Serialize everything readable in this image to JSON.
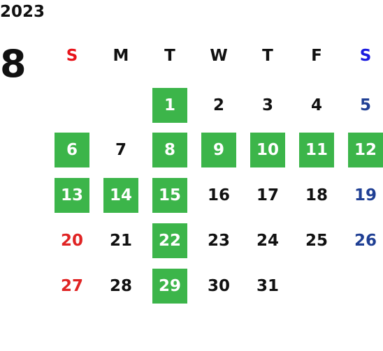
{
  "calendar": {
    "year": "2023",
    "month": "8",
    "weekdays": [
      "S",
      "M",
      "T",
      "W",
      "T",
      "F",
      "S"
    ],
    "weekday_colors": [
      "#e8131a",
      "#111111",
      "#111111",
      "#111111",
      "#111111",
      "#111111",
      "#1a1ae0"
    ],
    "days": [
      {
        "label": "1",
        "highlighted": true
      },
      {
        "label": "2",
        "highlighted": false
      },
      {
        "label": "3",
        "highlighted": false
      },
      {
        "label": "4",
        "highlighted": false
      },
      {
        "label": "5",
        "highlighted": false
      },
      {
        "label": "6",
        "highlighted": true
      },
      {
        "label": "7",
        "highlighted": false
      },
      {
        "label": "8",
        "highlighted": true
      },
      {
        "label": "9",
        "highlighted": true
      },
      {
        "label": "10",
        "highlighted": true
      },
      {
        "label": "11",
        "highlighted": true
      },
      {
        "label": "12",
        "highlighted": true
      },
      {
        "label": "13",
        "highlighted": true
      },
      {
        "label": "14",
        "highlighted": true
      },
      {
        "label": "15",
        "highlighted": true
      },
      {
        "label": "16",
        "highlighted": false
      },
      {
        "label": "17",
        "highlighted": false
      },
      {
        "label": "18",
        "highlighted": false
      },
      {
        "label": "19",
        "highlighted": false
      },
      {
        "label": "20",
        "highlighted": false
      },
      {
        "label": "21",
        "highlighted": false
      },
      {
        "label": "22",
        "highlighted": true
      },
      {
        "label": "23",
        "highlighted": false
      },
      {
        "label": "24",
        "highlighted": false
      },
      {
        "label": "25",
        "highlighted": false
      },
      {
        "label": "26",
        "highlighted": false
      },
      {
        "label": "27",
        "highlighted": false
      },
      {
        "label": "28",
        "highlighted": false
      },
      {
        "label": "29",
        "highlighted": true
      },
      {
        "label": "30",
        "highlighted": false
      },
      {
        "label": "31",
        "highlighted": false
      }
    ],
    "colors": {
      "highlight_bg": "#3cb54a",
      "highlight_text": "#ffffff",
      "default_text": "#111111",
      "sunday_text": "#e02424",
      "saturday_text": "#1f3f94"
    }
  }
}
